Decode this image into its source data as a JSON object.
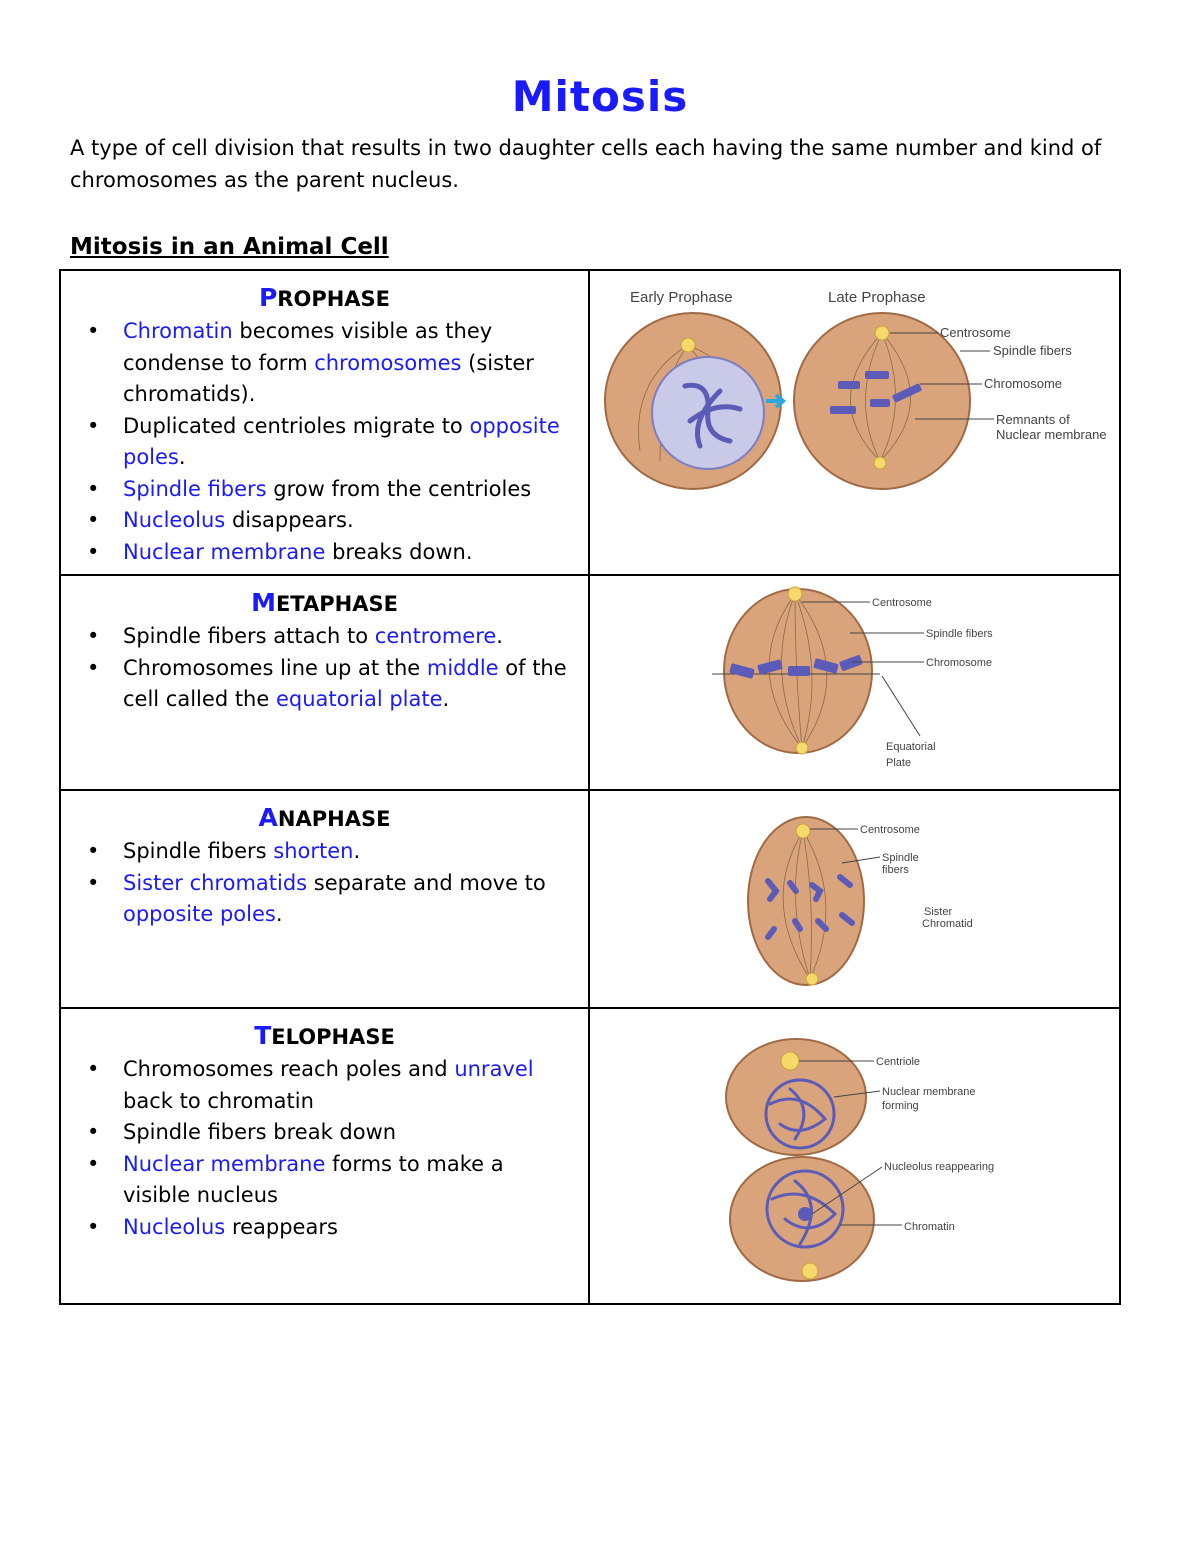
{
  "title": "Mitosis",
  "definition": "A type of cell division that results in two daughter cells each having the same number and kind of chromosomes as the parent nucleus.",
  "section_heading": "Mitosis in an Animal Cell",
  "colors": {
    "highlight": "#1a1aff",
    "cell_fill": "#d9a47c",
    "chromosome": "#5c5cb8",
    "arrow": "#29a8e0"
  },
  "phases": [
    {
      "name_first": "P",
      "name_rest": "ROPHASE",
      "bullets": [
        [
          [
            "hl",
            "Chromatin"
          ],
          [
            "t",
            " becomes visible as they condense to form "
          ],
          [
            "hl",
            "chromosomes"
          ],
          [
            "t",
            " (sister chromatids)."
          ]
        ],
        [
          [
            "t",
            "Duplicated centrioles migrate to "
          ],
          [
            "hl",
            "opposite poles"
          ],
          [
            "t",
            "."
          ]
        ],
        [
          [
            "hl",
            "Spindle fibers"
          ],
          [
            "t",
            " grow from the centrioles"
          ]
        ],
        [
          [
            "hl",
            "Nucleolus"
          ],
          [
            "t",
            " disappears."
          ]
        ],
        [
          [
            "hl",
            "Nuclear membrane"
          ],
          [
            "t",
            " breaks down."
          ]
        ]
      ],
      "figure": {
        "early_label": "Early Prophase",
        "late_label": "Late Prophase",
        "labels": [
          "Centrosome",
          "Spindle fibers",
          "Chromosome",
          "Remnants of",
          "Nuclear membrane"
        ]
      }
    },
    {
      "name_first": "M",
      "name_rest": "ETAPHASE",
      "bullets": [
        [
          [
            "t",
            "Spindle fibers attach to "
          ],
          [
            "hl",
            "centromere"
          ],
          [
            "t",
            "."
          ]
        ],
        [
          [
            "t",
            "Chromosomes line up at the "
          ],
          [
            "hl",
            "middle"
          ],
          [
            "t",
            " of the cell called the "
          ],
          [
            "hl",
            "equatorial plate"
          ],
          [
            "t",
            "."
          ]
        ]
      ],
      "figure": {
        "labels": [
          "Centrosome",
          "Spindle fibers",
          "Chromosome",
          "Equatorial",
          "Plate"
        ]
      }
    },
    {
      "name_first": "A",
      "name_rest": "NAPHASE",
      "bullets": [
        [
          [
            "t",
            "Spindle fibers "
          ],
          [
            "hl",
            "shorten"
          ],
          [
            "t",
            "."
          ]
        ],
        [
          [
            "hl",
            "Sister chromatids"
          ],
          [
            "t",
            " separate and move to "
          ],
          [
            "hl",
            "opposite poles"
          ],
          [
            "t",
            "."
          ]
        ]
      ],
      "figure": {
        "labels": [
          "Centrosome",
          "Spindle",
          "fibers",
          "Sister",
          "Chromatid"
        ]
      }
    },
    {
      "name_first": "T",
      "name_rest": "ELOPHASE",
      "bullets": [
        [
          [
            "t",
            "Chromosomes reach poles and "
          ],
          [
            "hl",
            "unravel"
          ],
          [
            "t",
            " back to chromatin"
          ]
        ],
        [
          [
            "t",
            "Spindle fibers break down"
          ]
        ],
        [
          [
            "hl",
            "Nuclear membrane"
          ],
          [
            "t",
            " forms to make a visible nucleus"
          ]
        ],
        [
          [
            "hl",
            "Nucleolus"
          ],
          [
            "t",
            " reappears"
          ]
        ]
      ],
      "figure": {
        "labels": [
          "Centriole",
          "Nuclear membrane",
          "forming",
          "Nucleolus reappearing",
          "Chromatin"
        ]
      }
    }
  ]
}
